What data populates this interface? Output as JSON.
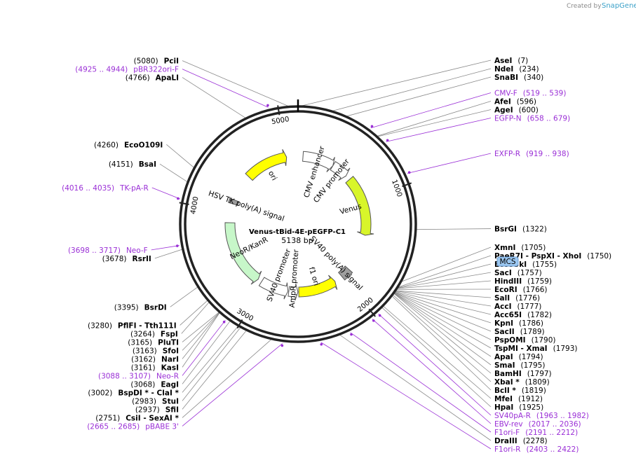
{
  "app": {
    "credit_prefix": "Created by",
    "credit_brand": "SnapGene"
  },
  "plasmid": {
    "name": "Venus-tBid-4E-pEGFP-C1",
    "size_label": "5138 bp",
    "length": 5138
  },
  "ticks": [
    {
      "pos": 1000,
      "label": "1000"
    },
    {
      "pos": 2000,
      "label": "2000"
    },
    {
      "pos": 3000,
      "label": "3000"
    },
    {
      "pos": 4000,
      "label": "4000"
    },
    {
      "pos": 5000,
      "label": "5000"
    }
  ],
  "enzymes": [
    {
      "name": "PciI",
      "pos_text": "(5080)",
      "site": 5080,
      "side": "L"
    },
    {
      "name": "AseI",
      "pos_text": "(7)",
      "site": 7,
      "side": "R"
    },
    {
      "name": "NdeI",
      "pos_text": "(234)",
      "site": 234,
      "side": "R"
    },
    {
      "name": "SnaBI",
      "pos_text": "(340)",
      "site": 340,
      "side": "R"
    },
    {
      "name": "AfeI",
      "pos_text": "(596)",
      "site": 596,
      "side": "R"
    },
    {
      "name": "AgeI",
      "pos_text": "(600)",
      "site": 600,
      "side": "R"
    },
    {
      "name": "BsrGI",
      "pos_text": "(1322)",
      "site": 1322,
      "side": "R"
    },
    {
      "name": "XmnI",
      "pos_text": "(1705)",
      "site": 1705,
      "side": "R"
    },
    {
      "name": "PaeR7I - PspXI - XhoI",
      "pos_text": "(1750)",
      "site": 1750,
      "side": "R"
    },
    {
      "name": "Eco53kI",
      "pos_text": "(1755)",
      "site": 1755,
      "side": "R"
    },
    {
      "name": "SacI",
      "pos_text": "(1757)",
      "site": 1757,
      "side": "R"
    },
    {
      "name": "HindIII",
      "pos_text": "(1759)",
      "site": 1759,
      "side": "R"
    },
    {
      "name": "EcoRI",
      "pos_text": "(1766)",
      "site": 1766,
      "side": "R"
    },
    {
      "name": "SalI",
      "pos_text": "(1776)",
      "site": 1776,
      "side": "R"
    },
    {
      "name": "AccI",
      "pos_text": "(1777)",
      "site": 1777,
      "side": "R"
    },
    {
      "name": "Acc65I",
      "pos_text": "(1782)",
      "site": 1782,
      "side": "R"
    },
    {
      "name": "KpnI",
      "pos_text": "(1786)",
      "site": 1786,
      "side": "R"
    },
    {
      "name": "SacII",
      "pos_text": "(1789)",
      "site": 1789,
      "side": "R"
    },
    {
      "name": "PspOMI",
      "pos_text": "(1790)",
      "site": 1790,
      "side": "R"
    },
    {
      "name": "TspMI - XmaI",
      "pos_text": "(1793)",
      "site": 1793,
      "side": "R"
    },
    {
      "name": "ApaI",
      "pos_text": "(1794)",
      "site": 1794,
      "side": "R"
    },
    {
      "name": "SmaI",
      "pos_text": "(1795)",
      "site": 1795,
      "side": "R"
    },
    {
      "name": "BamHI",
      "pos_text": "(1797)",
      "site": 1797,
      "side": "R"
    },
    {
      "name": "XbaI *",
      "pos_text": "(1809)",
      "site": 1809,
      "side": "R"
    },
    {
      "name": "BclI *",
      "pos_text": "(1819)",
      "site": 1819,
      "side": "R"
    },
    {
      "name": "MfeI",
      "pos_text": "(1912)",
      "site": 1912,
      "side": "R"
    },
    {
      "name": "HpaI",
      "pos_text": "(1925)",
      "site": 1925,
      "side": "R"
    },
    {
      "name": "DraIII",
      "pos_text": "(2278)",
      "site": 2278,
      "side": "R"
    },
    {
      "name": "CsiI - SexAI *",
      "pos_text": "(2751)",
      "site": 2751,
      "side": "L"
    },
    {
      "name": "SfiI",
      "pos_text": "(2937)",
      "site": 2937,
      "side": "L"
    },
    {
      "name": "StuI",
      "pos_text": "(2983)",
      "site": 2983,
      "side": "L"
    },
    {
      "name": "BspDI * - ClaI *",
      "pos_text": "(3002)",
      "site": 3002,
      "side": "L"
    },
    {
      "name": "EagI",
      "pos_text": "(3068)",
      "site": 3068,
      "side": "L"
    },
    {
      "name": "KasI",
      "pos_text": "(3161)",
      "site": 3161,
      "side": "L"
    },
    {
      "name": "NarI",
      "pos_text": "(3162)",
      "site": 3162,
      "side": "L"
    },
    {
      "name": "SfoI",
      "pos_text": "(3163)",
      "site": 3163,
      "side": "L"
    },
    {
      "name": "PluTI",
      "pos_text": "(3165)",
      "site": 3165,
      "side": "L"
    },
    {
      "name": "FspI",
      "pos_text": "(3264)",
      "site": 3264,
      "side": "L"
    },
    {
      "name": "PflFI - Tth111I",
      "pos_text": "(3280)",
      "site": 3280,
      "side": "L"
    },
    {
      "name": "BsrDI",
      "pos_text": "(3395)",
      "site": 3395,
      "side": "L"
    },
    {
      "name": "RsrII",
      "pos_text": "(3678)",
      "site": 3678,
      "side": "L"
    },
    {
      "name": "BsaI",
      "pos_text": "(4151)",
      "site": 4151,
      "side": "L"
    },
    {
      "name": "EcoO109I",
      "pos_text": "(4260)",
      "site": 4260,
      "side": "L"
    },
    {
      "name": "ApaLI",
      "pos_text": "(4766)",
      "site": 4766,
      "side": "L"
    }
  ],
  "primers": [
    {
      "name": "pBR322ori-F",
      "range_text": "(4925 .. 4944)",
      "start": 4925,
      "end": 4944,
      "side": "L"
    },
    {
      "name": "CMV-F",
      "range_text": "(519 .. 539)",
      "start": 519,
      "end": 539,
      "side": "R"
    },
    {
      "name": "EGFP-N",
      "range_text": "(658 .. 679)",
      "start": 658,
      "end": 679,
      "side": "R"
    },
    {
      "name": "EXFP-R",
      "range_text": "(919 .. 938)",
      "start": 919,
      "end": 938,
      "side": "R"
    },
    {
      "name": "TK-pA-R",
      "range_text": "(4016 .. 4035)",
      "start": 4016,
      "end": 4035,
      "side": "L"
    },
    {
      "name": "Neo-F",
      "range_text": "(3698 .. 3717)",
      "start": 3698,
      "end": 3717,
      "side": "L"
    },
    {
      "name": "Neo-R",
      "range_text": "(3088 .. 3107)",
      "start": 3088,
      "end": 3107,
      "side": "L"
    },
    {
      "name": "pBABE 3'",
      "range_text": "(2665 .. 2685)",
      "start": 2665,
      "end": 2685,
      "side": "L"
    },
    {
      "name": "F1ori-R",
      "range_text": "(2403 .. 2422)",
      "start": 2403,
      "end": 2422,
      "side": "R"
    },
    {
      "name": "F1ori-F",
      "range_text": "(2191 .. 2212)",
      "start": 2191,
      "end": 2212,
      "side": "R"
    },
    {
      "name": "EBV-rev",
      "range_text": "(2017 .. 2036)",
      "start": 2017,
      "end": 2036,
      "side": "R"
    },
    {
      "name": "SV40pA-R",
      "range_text": "(1963 .. 1982)",
      "start": 1963,
      "end": 1982,
      "side": "R"
    }
  ],
  "mcs": {
    "label": "MCS"
  },
  "features": [
    {
      "name": "CMV enhancer",
      "start": 60,
      "end": 440,
      "dir": 1,
      "color": "#ffffff"
    },
    {
      "name": "CMV promoter",
      "start": 440,
      "end": 640,
      "dir": 1,
      "color": "#ffffff"
    },
    {
      "name": "Venus",
      "start": 700,
      "end": 1420,
      "dir": 1,
      "color": "#d8f52a"
    },
    {
      "name": "SV40 poly(A) signal",
      "start": 1880,
      "end": 2000,
      "dir": 0,
      "color": "#9e9e9e"
    },
    {
      "name": "f1 ori",
      "start": 2100,
      "end": 2560,
      "dir": -1,
      "color": "#ffff00"
    },
    {
      "name": "AmpR promoter",
      "start": 2570,
      "end": 2680,
      "dir": -1,
      "color": "#ffffff"
    },
    {
      "name": "SV40 promoter",
      "start": 2690,
      "end": 3030,
      "dir": -1,
      "color": "#ffffff"
    },
    {
      "name": "NeoR/KanR",
      "start": 3080,
      "end": 3870,
      "dir": -1,
      "color": "#c7f7c9"
    },
    {
      "name": "HSV TK poly(A) signal",
      "start": 4100,
      "end": 4150,
      "dir": 0,
      "color": "#9e9e9e"
    },
    {
      "name": "ori",
      "start": 4480,
      "end": 5000,
      "dir": 1,
      "color": "#ffff00"
    }
  ]
}
